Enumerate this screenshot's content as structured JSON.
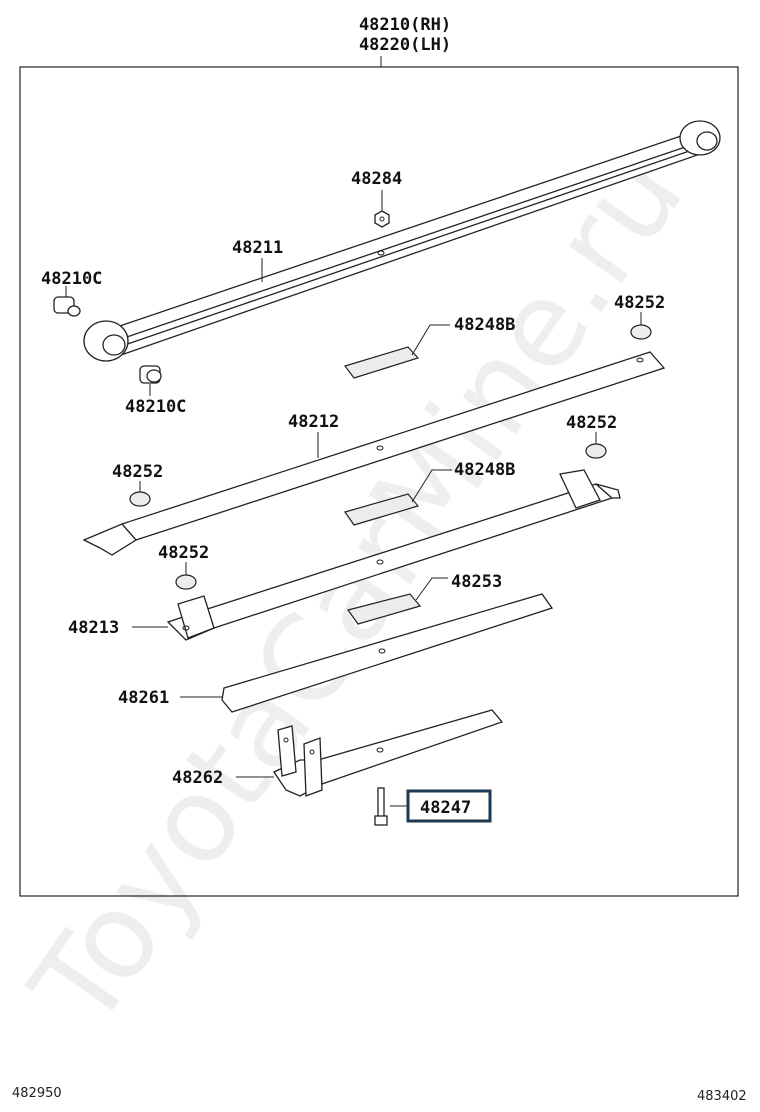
{
  "assembly": {
    "rh": "48210(RH)",
    "lh": "48220(LH)"
  },
  "labels": {
    "p48284": "48284",
    "p48211": "48211",
    "p48210c_a": "48210C",
    "p48210c_b": "48210C",
    "p48248b_a": "48248B",
    "p48248b_b": "48248B",
    "p48252_a": "48252",
    "p48252_b": "48252",
    "p48252_c": "48252",
    "p48252_d": "48252",
    "p48212": "48212",
    "p48213": "48213",
    "p48253": "48253",
    "p48261": "48261",
    "p48262": "48262",
    "p48247": "48247"
  },
  "highlight": {
    "part": "48247",
    "color": "#1e3a52"
  },
  "footer": {
    "left": "482950",
    "right": "483402"
  },
  "watermark": "ToyotaCarMine.ru"
}
